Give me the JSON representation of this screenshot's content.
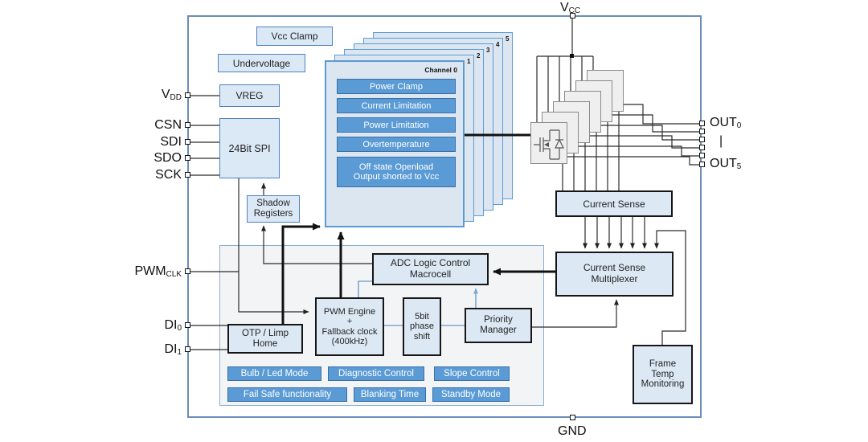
{
  "title": "High-side driver IC block diagram",
  "colors": {
    "outer_border": "#6b8db8",
    "block_fill": "#dbe8f6",
    "block_border_blue": "#4f81bd",
    "block_border_dark": "#161616",
    "chip_fill": "#5b9bd5",
    "chip_border": "#3a6ea5",
    "panel_fill": "#f3f4f5",
    "wire_blue": "#7ea6d4"
  },
  "pins": {
    "vdd": {
      "base": "V",
      "sub": "DD"
    },
    "csn": "CSN",
    "sdi": "SDI",
    "sdo": "SDO",
    "sck": "SCK",
    "pwm_clk": {
      "base": "PWM",
      "sub": "CLK"
    },
    "di0": {
      "base": "DI",
      "sub": "0"
    },
    "di1": {
      "base": "DI",
      "sub": "1"
    },
    "vcc": {
      "base": "V",
      "sub": "CC"
    },
    "gnd": "GND",
    "out0": {
      "base": "OUT",
      "sub": "0"
    },
    "out_gap": "|",
    "out5": {
      "base": "OUT",
      "sub": "5"
    }
  },
  "blocks": {
    "vcc_clamp": "Vcc Clamp",
    "undervoltage": "Undervoltage",
    "vreg": "VREG",
    "spi": "24Bit SPI",
    "shadow_registers": "Shadow\nRegisters",
    "adc": "ADC Logic Control\nMacrocell",
    "pwm_engine": "PWM Engine\n+\nFallback clock\n(400kHz)",
    "phase_shift": "5bit\nphase\nshift",
    "priority_manager": "Priority\nManager",
    "otp": "OTP / Limp\nHome",
    "current_sense": "Current Sense",
    "cs_mux": "Current Sense\nMultiplexer",
    "frame_temp": "Frame\nTemp\nMonitoring"
  },
  "channel": {
    "front_label": "Channel 0",
    "stack_numbers": [
      "1",
      "2",
      "3",
      "4",
      "5"
    ],
    "chips": [
      "Power Clamp",
      "Current Limitation",
      "Power Limitation",
      "Overtemperature"
    ],
    "openload_chip": "Off state Openload\nOutput shorted to Vcc"
  },
  "features": {
    "row1": [
      "Bulb / Led Mode",
      "Diagnostic Control",
      "Slope Control"
    ],
    "row2": [
      "Fail Safe functionality",
      "Blanking Time",
      "Standby Mode"
    ]
  }
}
